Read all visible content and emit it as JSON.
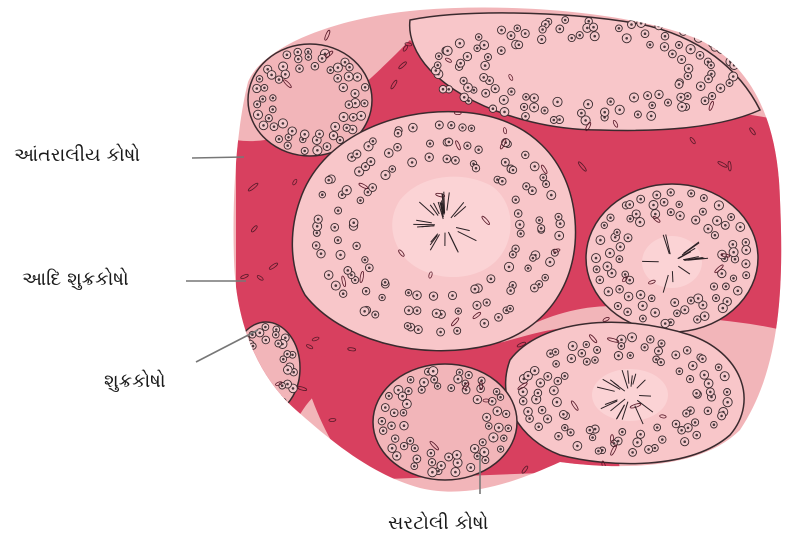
{
  "labels": {
    "interstitial": "આંતરાલીય કોષો",
    "spermatogonia": "આદિ શુક્રકોષો",
    "sperm": "શુક્રકોષો",
    "sertoli": "સરટોલી કોષો"
  },
  "colors": {
    "background_tissue": "#f2b5b9",
    "connective_tissue": "#d8405f",
    "tubule_lumen": "#f8c6c9",
    "cell_outline": "#3a2a2e",
    "nucleus": "#4a3a3e",
    "leader_line": "#777777"
  }
}
